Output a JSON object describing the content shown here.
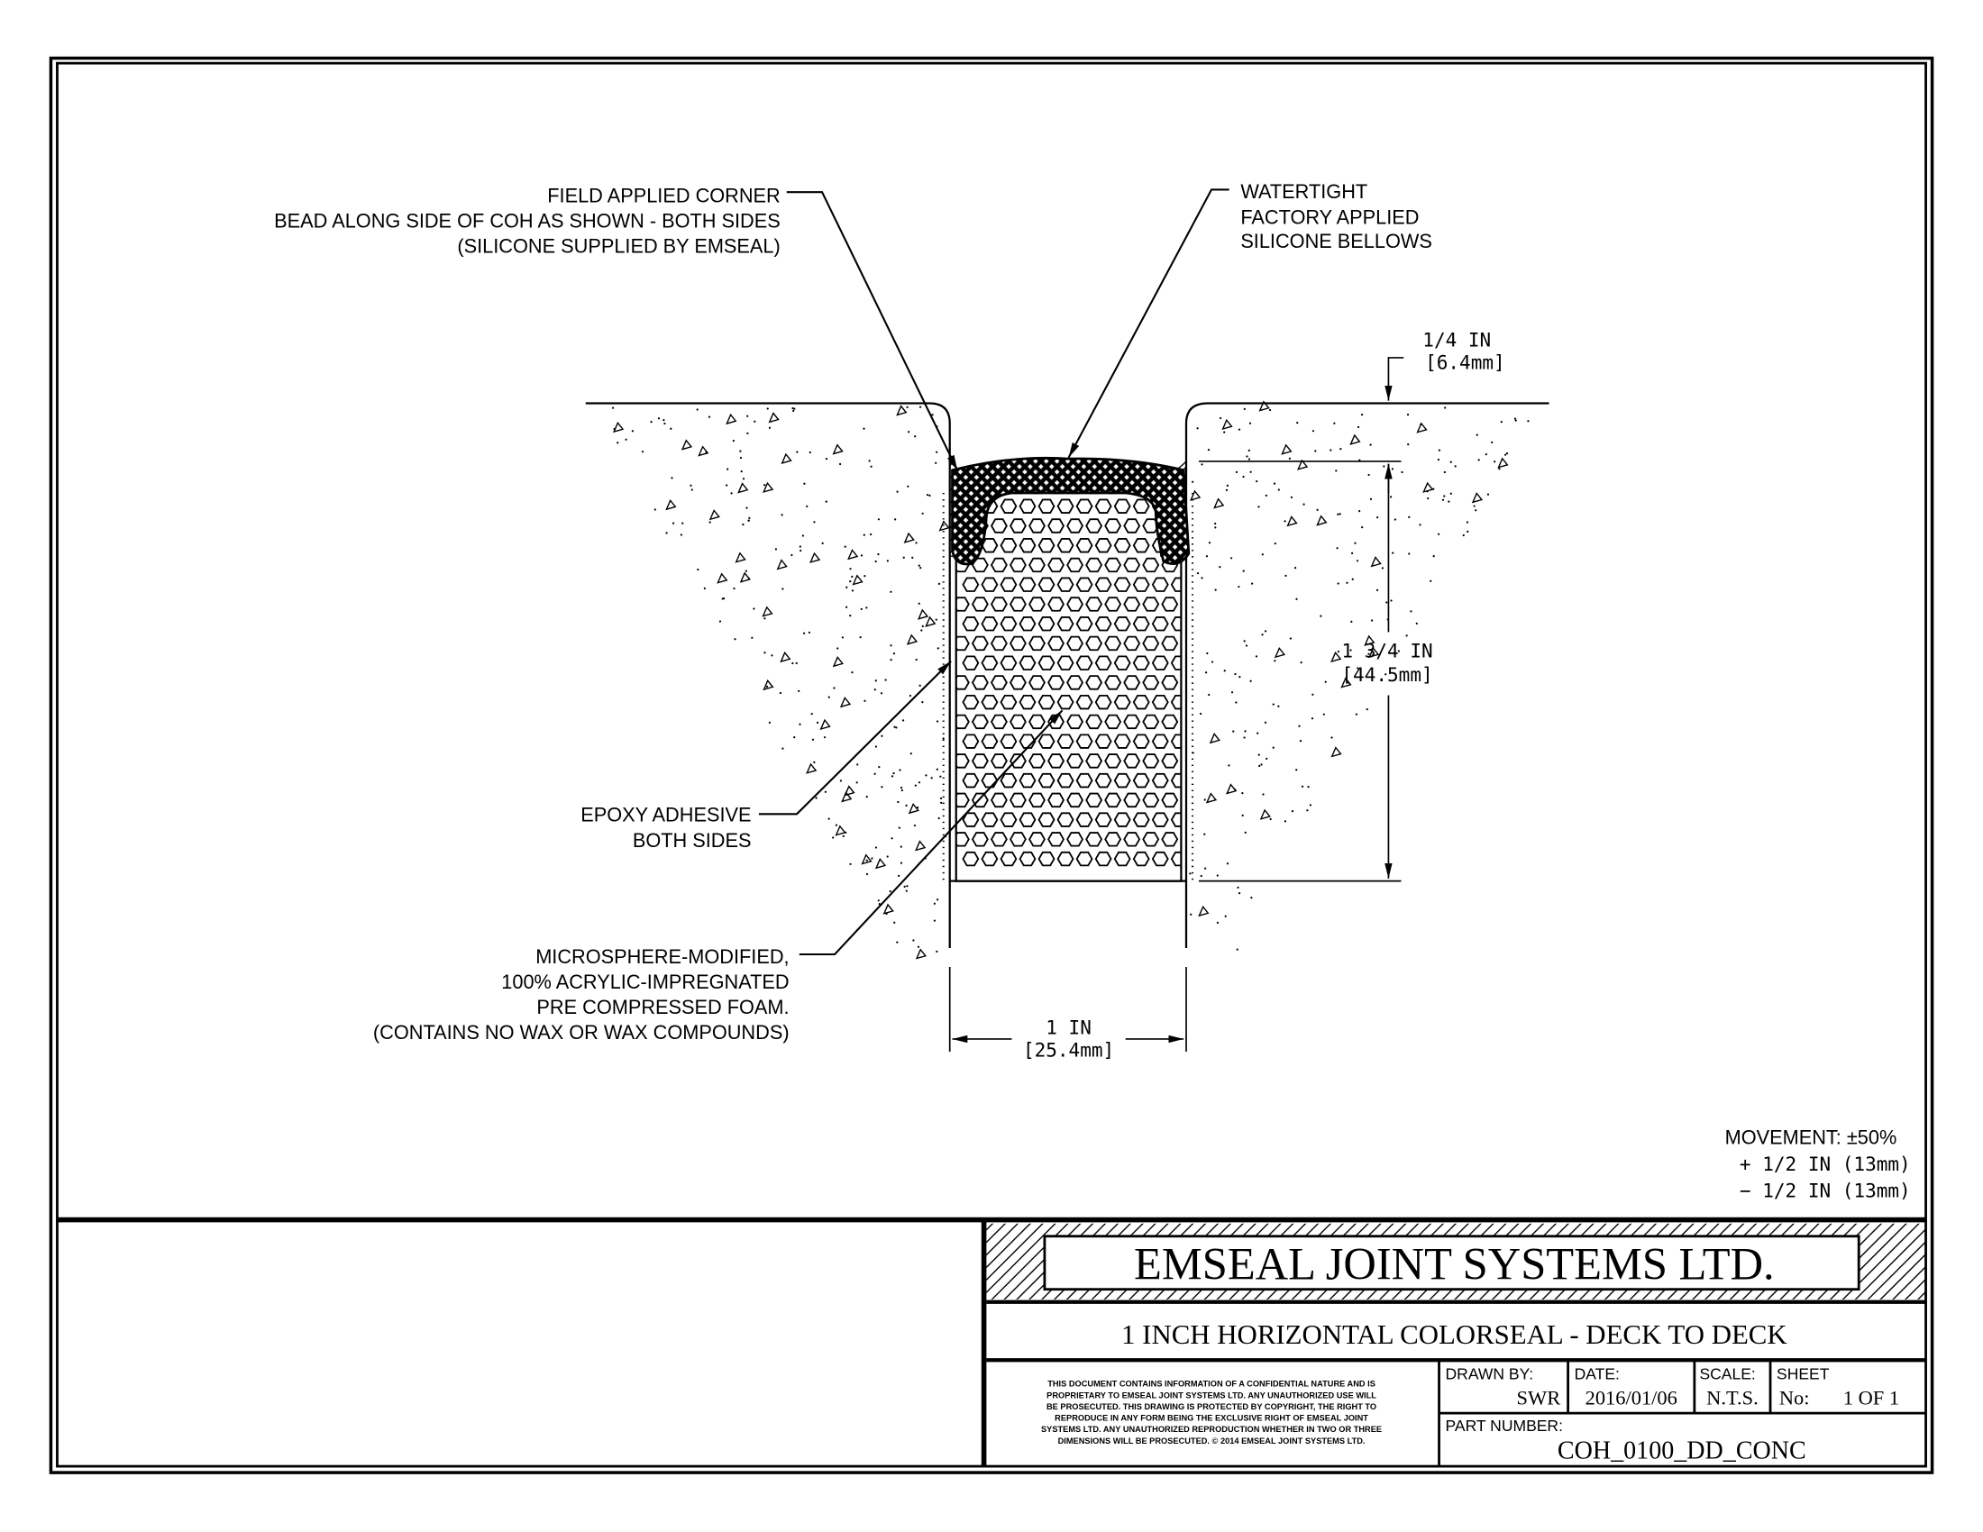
{
  "callouts": {
    "corner_bead": [
      "FIELD APPLIED CORNER",
      "BEAD ALONG SIDE OF COH AS SHOWN - BOTH SIDES",
      "(SILICONE SUPPLIED BY EMSEAL)"
    ],
    "bellows": [
      "WATERTIGHT",
      "FACTORY APPLIED",
      "SILICONE BELLOWS"
    ],
    "epoxy": [
      "EPOXY ADHESIVE",
      "BOTH SIDES"
    ],
    "foam": [
      "MICROSPHERE-MODIFIED,",
      "100% ACRYLIC-IMPREGNATED",
      "PRE COMPRESSED FOAM.",
      "(CONTAINS NO WAX OR WAX COMPOUNDS)"
    ]
  },
  "dimensions": {
    "recess": {
      "imperial": "1/4 IN",
      "metric": "[6.4mm]"
    },
    "depth": {
      "imperial": "1 3/4 IN",
      "metric": "[44.5mm]"
    },
    "width": {
      "imperial": "1 IN",
      "metric": "[25.4mm]"
    }
  },
  "movement": [
    "MOVEMENT: ±50%",
    "+ 1/2 IN (13mm)",
    "− 1/2 IN (13mm)"
  ],
  "title_block": {
    "company": "EMSEAL JOINT SYSTEMS LTD.",
    "title": "1 INCH HORIZONTAL COLORSEAL - DECK TO DECK",
    "disclaimer": [
      "THIS DOCUMENT CONTAINS INFORMATION OF A CONFIDENTIAL NATURE AND IS",
      "PROPRIETARY TO EMSEAL JOINT SYSTEMS LTD. ANY UNAUTHORIZED USE WILL",
      "BE PROSECUTED. THIS DRAWING IS PROTECTED BY COPYRIGHT, THE RIGHT TO",
      "REPRODUCE IN ANY FORM BEING THE EXCLUSIVE RIGHT OF EMSEAL JOINT",
      "SYSTEMS LTD. ANY UNAUTHORIZED REPRODUCTION WHETHER IN TWO OR THREE",
      "DIMENSIONS WILL BE PROSECUTED. © 2014 EMSEAL JOINT SYSTEMS LTD."
    ],
    "drawn_by_label": "DRAWN BY:",
    "drawn_by": "SWR",
    "date_label": "DATE:",
    "date": "2016/01/06",
    "scale_label": "SCALE:",
    "scale": "N.T.S.",
    "sheet_label": "SHEET",
    "sheet_no_label": "No:",
    "sheet": "1 OF 1",
    "part_number_label": "PART NUMBER:",
    "part_number": "COH_0100_DD_CONC"
  }
}
